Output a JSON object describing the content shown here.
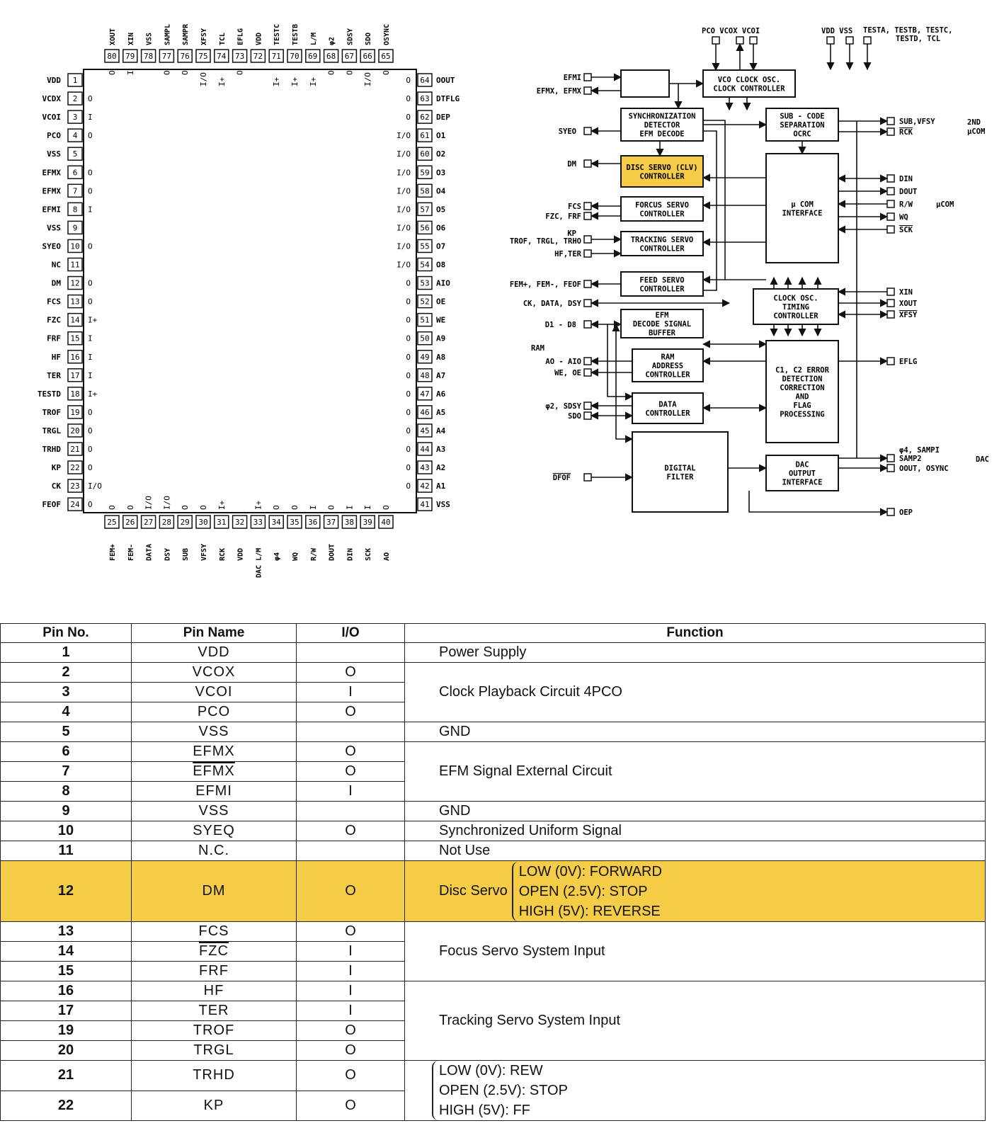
{
  "package_pins": {
    "top": [
      {
        "no": "80",
        "name": "XOUT",
        "io": "O"
      },
      {
        "no": "79",
        "name": "XIN",
        "io": "I"
      },
      {
        "no": "78",
        "name": "VSS",
        "io": ""
      },
      {
        "no": "77",
        "name": "SAMPL",
        "io": "O"
      },
      {
        "no": "76",
        "name": "SAMPR",
        "io": "O"
      },
      {
        "no": "75",
        "name": "XFSY",
        "io": "I/O"
      },
      {
        "no": "74",
        "name": "TCL",
        "io": "I+"
      },
      {
        "no": "73",
        "name": "EFLG",
        "io": "O"
      },
      {
        "no": "72",
        "name": "VDD",
        "io": ""
      },
      {
        "no": "71",
        "name": "TESTC",
        "io": "I+"
      },
      {
        "no": "70",
        "name": "TESTB",
        "io": "I+"
      },
      {
        "no": "69",
        "name": "L/M",
        "io": "I+"
      },
      {
        "no": "68",
        "name": "φ2",
        "io": "O"
      },
      {
        "no": "67",
        "name": "SDSY",
        "io": "O"
      },
      {
        "no": "66",
        "name": "SDO",
        "io": "I/O"
      },
      {
        "no": "65",
        "name": "OSYNC",
        "io": "O"
      }
    ],
    "left": [
      {
        "no": "1",
        "name": "VDD",
        "io": ""
      },
      {
        "no": "2",
        "name": "VCDX",
        "io": "O"
      },
      {
        "no": "3",
        "name": "VCOI",
        "io": "I"
      },
      {
        "no": "4",
        "name": "PCO",
        "io": "O"
      },
      {
        "no": "5",
        "name": "VSS",
        "io": ""
      },
      {
        "no": "6",
        "name": "EFMX",
        "io": "O"
      },
      {
        "no": "7",
        "name": "EFMX",
        "io": "O"
      },
      {
        "no": "8",
        "name": "EFMI",
        "io": "I"
      },
      {
        "no": "9",
        "name": "VSS",
        "io": ""
      },
      {
        "no": "10",
        "name": "SYEO",
        "io": "O"
      },
      {
        "no": "11",
        "name": "NC",
        "io": ""
      },
      {
        "no": "12",
        "name": "DM",
        "io": "O"
      },
      {
        "no": "13",
        "name": "FCS",
        "io": "O"
      },
      {
        "no": "14",
        "name": "FZC",
        "io": "I+"
      },
      {
        "no": "15",
        "name": "FRF",
        "io": "I"
      },
      {
        "no": "16",
        "name": "HF",
        "io": "I"
      },
      {
        "no": "17",
        "name": "TER",
        "io": "I"
      },
      {
        "no": "18",
        "name": "TESTD",
        "io": "I+"
      },
      {
        "no": "19",
        "name": "TROF",
        "io": "O"
      },
      {
        "no": "20",
        "name": "TRGL",
        "io": "O"
      },
      {
        "no": "21",
        "name": "TRHD",
        "io": "O"
      },
      {
        "no": "22",
        "name": "KP",
        "io": "O"
      },
      {
        "no": "23",
        "name": "CK",
        "io": "I/O"
      },
      {
        "no": "24",
        "name": "FEOF",
        "io": "O"
      }
    ],
    "right": [
      {
        "no": "64",
        "name": "OOUT",
        "io": "O"
      },
      {
        "no": "63",
        "name": "DTFLG",
        "io": "O"
      },
      {
        "no": "62",
        "name": "DEP",
        "io": "O"
      },
      {
        "no": "61",
        "name": "O1",
        "io": "I/O"
      },
      {
        "no": "60",
        "name": "O2",
        "io": "I/O"
      },
      {
        "no": "59",
        "name": "O3",
        "io": "I/O"
      },
      {
        "no": "58",
        "name": "O4",
        "io": "I/O"
      },
      {
        "no": "57",
        "name": "O5",
        "io": "I/O"
      },
      {
        "no": "56",
        "name": "O6",
        "io": "I/O"
      },
      {
        "no": "55",
        "name": "O7",
        "io": "I/O"
      },
      {
        "no": "54",
        "name": "O8",
        "io": "I/O"
      },
      {
        "no": "53",
        "name": "AIO",
        "io": "O"
      },
      {
        "no": "52",
        "name": "OE",
        "io": "O"
      },
      {
        "no": "51",
        "name": "WE",
        "io": "O"
      },
      {
        "no": "50",
        "name": "A9",
        "io": "O"
      },
      {
        "no": "49",
        "name": "A8",
        "io": "O"
      },
      {
        "no": "48",
        "name": "A7",
        "io": "O"
      },
      {
        "no": "47",
        "name": "A6",
        "io": "O"
      },
      {
        "no": "46",
        "name": "A5",
        "io": "O"
      },
      {
        "no": "45",
        "name": "A4",
        "io": "O"
      },
      {
        "no": "44",
        "name": "A3",
        "io": "O"
      },
      {
        "no": "43",
        "name": "A2",
        "io": "O"
      },
      {
        "no": "42",
        "name": "A1",
        "io": "O"
      },
      {
        "no": "41",
        "name": "VSS",
        "io": ""
      }
    ],
    "bottom": [
      {
        "no": "25",
        "name": "FEM+",
        "io": "O"
      },
      {
        "no": "26",
        "name": "FEM-",
        "io": "O"
      },
      {
        "no": "27",
        "name": "DATA",
        "io": "I/O"
      },
      {
        "no": "28",
        "name": "DSY",
        "io": "I/O"
      },
      {
        "no": "29",
        "name": "SUB",
        "io": "O"
      },
      {
        "no": "30",
        "name": "VFSY",
        "io": "O"
      },
      {
        "no": "31",
        "name": "RCK",
        "io": "I+"
      },
      {
        "no": "32",
        "name": "VDD",
        "io": ""
      },
      {
        "no": "33",
        "name": "DAC L/M",
        "io": "I+"
      },
      {
        "no": "34",
        "name": "φ4",
        "io": "O"
      },
      {
        "no": "35",
        "name": "WQ",
        "io": "O"
      },
      {
        "no": "36",
        "name": "R/W",
        "io": "I"
      },
      {
        "no": "37",
        "name": "DOUT",
        "io": "O"
      },
      {
        "no": "38",
        "name": "DIN",
        "io": "I"
      },
      {
        "no": "39",
        "name": "SCK",
        "io": "I"
      },
      {
        "no": "40",
        "name": "AO",
        "io": "O"
      }
    ]
  },
  "block_diagram": {
    "blocks": {
      "vco": "VCO CLOCK OSC.|CLOCK CONTROLLER",
      "sync": "SYNCHRONIZATION|DETECTOR|EFM DECODE",
      "subcode": "SUB - CODE|SEPARATION|OCRC",
      "disc": "DISC SERVO (CLV)|CONTROLLER",
      "focus": "FORCUS SERVO|CONTROLLER",
      "tracking": "TRACKING SERVO|CONTROLLER",
      "feed": "FEED SERVO|CONTROLLER",
      "ucom": "μ COM|INTERFACE",
      "clock": "CLOCK OSC.|TIMING|CONTROLLER",
      "efmbuf": "EFM|DECODE SIGNAL|BUFFER",
      "ram": "RAM|ADDRESS|CONTROLLER",
      "c1c2": "C1, C2 ERROR|DETECTION|CORRECTION|AND|FLAG|PROCESSING",
      "data": "DATA|CONTROLLER",
      "dfilter": "DIGITAL|FILTER",
      "dac": "DAC|OUTPUT|INTERFACE"
    },
    "labels": {
      "top_pins": "PCO VCOX VCOI",
      "top_pins2": "VDD VSS",
      "tests": "TESTA, TESTB, TESTC,",
      "tests2": "TESTD, TCL",
      "efmi": "EFMI",
      "efmx": "EFMX, EFMX",
      "syeo": "SYEO",
      "dm": "DM",
      "fcs": "FCS",
      "fzc": "FZC, FRF",
      "kp": "KP",
      "trof": "TROF, TRGL, TRHO",
      "hfter": "HF,TER",
      "fem": "FEM+, FEM-, FEOF",
      "ckdata": "CK, DATA, DSY",
      "d18": "D1 - D8",
      "ram": "RAM",
      "ao": "AO - AIO",
      "weoe": "WE, OE",
      "phi2": "φ2, SDSY",
      "sdo": "SDO",
      "dfof": "DFOF",
      "subvfsy": "SUB,VFSY",
      "rck": "RCK",
      "n2nd": "2ND",
      "ucom1": "μCOM",
      "din": "DIN",
      "dout": "DOUT",
      "rw": "R/W",
      "wq": "WQ",
      "sck": "SCK",
      "ucom2": "μCOM",
      "xin": "XIN",
      "xout": "XOUT",
      "xfsy": "XFSY",
      "eflg": "EFLG",
      "phi4": "φ4, SAMPI",
      "samp2": "SAMP2",
      "oout": "OOUT, OSYNC",
      "dac": "DAC",
      "oep": "OEP"
    }
  },
  "table": {
    "headers": [
      "Pin No.",
      "Pin Name",
      "I/O",
      "Function"
    ],
    "rows": [
      {
        "no": "1",
        "name": "VDD",
        "io": ""
      },
      {
        "no": "2",
        "name": "VCOX",
        "io": "O"
      },
      {
        "no": "3",
        "name": "VCOI",
        "io": "I"
      },
      {
        "no": "4",
        "name": "PCO",
        "io": "O"
      },
      {
        "no": "5",
        "name": "VSS",
        "io": ""
      },
      {
        "no": "6",
        "name": "EFMX",
        "io": "O"
      },
      {
        "no": "7",
        "name": "EFMX",
        "io": "O"
      },
      {
        "no": "8",
        "name": "EFMI",
        "io": "I"
      },
      {
        "no": "9",
        "name": "VSS",
        "io": ""
      },
      {
        "no": "10",
        "name": "SYEQ",
        "io": "O"
      },
      {
        "no": "11",
        "name": "N.C.",
        "io": ""
      },
      {
        "no": "12",
        "name": "DM",
        "io": "O"
      },
      {
        "no": "13",
        "name": "FCS",
        "io": "O"
      },
      {
        "no": "14",
        "name": "FZC",
        "io": "I"
      },
      {
        "no": "15",
        "name": "FRF",
        "io": "I"
      },
      {
        "no": "16",
        "name": "HF",
        "io": "I"
      },
      {
        "no": "17",
        "name": "TER",
        "io": "I"
      },
      {
        "no": "19",
        "name": "TROF",
        "io": "O"
      },
      {
        "no": "20",
        "name": "TRGL",
        "io": "O"
      },
      {
        "no": "21",
        "name": "TRHD",
        "io": "O"
      },
      {
        "no": "22",
        "name": "KP",
        "io": "O"
      }
    ],
    "functions": {
      "power": "Power Supply",
      "clock": "Clock Playback Circuit 4PCO",
      "gnd": "GND",
      "efm": "EFM Signal External Circuit",
      "gnd2": "GND",
      "sync": "Synchronized Uniform Signal",
      "nouse": "Not Use",
      "disc_label": "Disc Servo",
      "disc_low": "LOW (0V): FORWARD",
      "disc_open": "OPEN (2.5V): STOP",
      "disc_high": "HIGH (5V): REVERSE",
      "focus": "Focus Servo System Input",
      "tracking": "Tracking Servo System Input",
      "kp_low": "LOW (0V): REW",
      "kp_open": "OPEN (2.5V): STOP",
      "kp_high": "HIGH (5V): FF"
    }
  },
  "colors": {
    "highlight": "#f5cc45",
    "ink": "#111111"
  }
}
